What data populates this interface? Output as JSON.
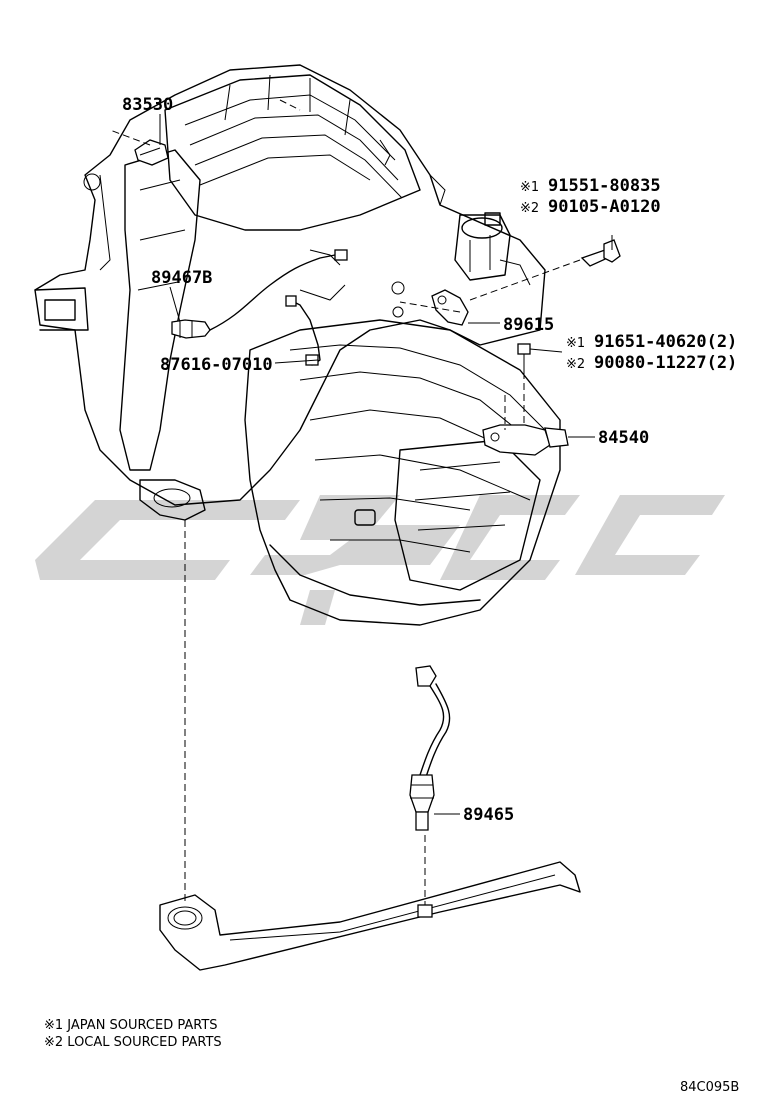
{
  "diagram": {
    "callouts": {
      "c83530": "83530",
      "c89467B": "89467B",
      "c87616": "87616-07010",
      "c89615": "89615",
      "c84540": "84540",
      "c89465": "89465",
      "bolt_a_mark": "※1",
      "bolt_a_part": "91551-80835",
      "bolt_b_mark": "※2",
      "bolt_b_part": "90105-A0120",
      "screw_a_mark": "※1",
      "screw_a_part": "91651-40620(2)",
      "screw_b_mark": "※2",
      "screw_b_part": "90080-11227(2)"
    },
    "notes": {
      "line1": "※1 JAPAN SOURCED PARTS",
      "line2": "※2 LOCAL SOURCED PARTS"
    },
    "figure_code": "84C095B"
  }
}
